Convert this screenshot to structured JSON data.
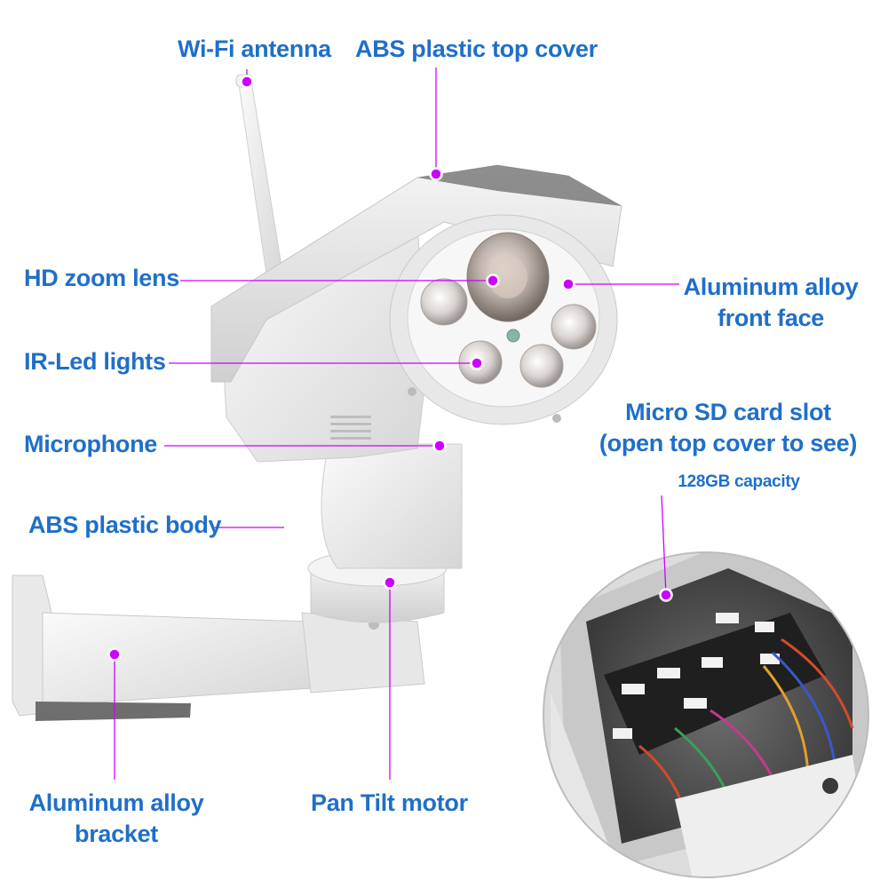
{
  "labels": {
    "wifi_antenna": "Wi-Fi antenna",
    "abs_top_cover": "ABS plastic top cover",
    "hd_zoom_lens": "HD zoom lens",
    "aluminum_front_line1": "Aluminum alloy",
    "aluminum_front_line2": "front face",
    "ir_led_lights": "IR-Led lights",
    "microphone": "Microphone",
    "micro_sd_line1": "Micro SD card slot",
    "micro_sd_line2": "(open top cover to see)",
    "capacity": "128GB capacity",
    "abs_body": "ABS plastic body",
    "aluminum_bracket_line1": "Aluminum alloy",
    "aluminum_bracket_line2": "bracket",
    "pan_tilt_motor": "Pan Tilt motor"
  },
  "colors": {
    "label_text": "#1f6fc9",
    "marker": "#cc00ff",
    "leader_line": "#cc00ff",
    "camera_body": "#eeeeee"
  }
}
